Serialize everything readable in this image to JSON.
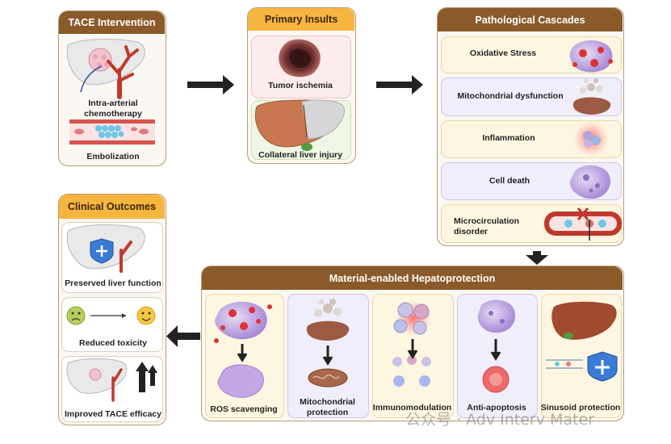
{
  "tace": {
    "title": "TACE Intervention",
    "chemo_label": "Intra-arterial\nchemotherapy",
    "embo_label": "Embolization"
  },
  "insults": {
    "title": "Primary Insults",
    "items": [
      "Tumor ischemia",
      "Collateral liver injury"
    ]
  },
  "cascades": {
    "title": "Pathological Cascades",
    "items": [
      "Oxidative Stress",
      "Mitochondrial dysfunction",
      "Inflammation",
      "Cell death",
      "Microcirculation\ndisorder"
    ]
  },
  "outcomes": {
    "title": "Clinical Outcomes",
    "items": [
      "Preserved liver function",
      "Reduced toxicity",
      "Improved TACE efficacy"
    ]
  },
  "material": {
    "title": "Material-enabled Hepatoprotection",
    "items": [
      "ROS scavenging",
      "Mitochondrial\nprotection",
      "Immunomodulation",
      "Anti-apoptosis",
      "Sinusoid protection"
    ]
  },
  "watermark": "公众号 · Adv Interv Mater",
  "colors": {
    "header_brown": "#8a5a2b",
    "header_yellow": "#f6b53f",
    "liver": "#c9774f",
    "vessel": "#c0392b",
    "arrow": "#222222"
  }
}
